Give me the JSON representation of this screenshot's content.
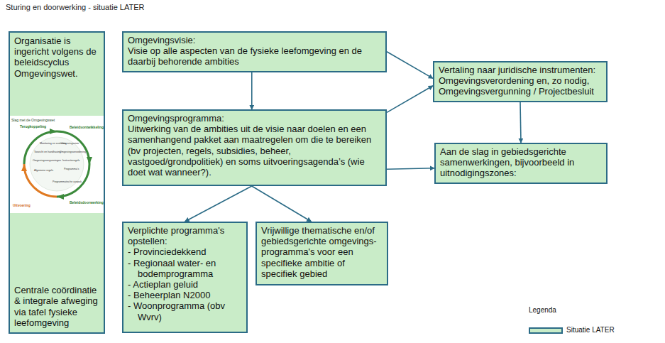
{
  "diagram": {
    "title": "Sturing en doorwerking - situatie LATER",
    "nodes": [
      {
        "text": [
          "Organisatie is ingericht volgens de beleidscyclus Omgevingswet.",
          "Centrale coördinatie & integrale afweging via tafel fysieke leefomgeving"
        ]
      },
      {
        "text": [
          "Omgevingsvisie:",
          "Visie op alle aspecten van de fysieke leefomgeving en de daarbij behorende ambities"
        ]
      },
      {
        "text": [
          "Omgevingsprogramma:",
          "Uitwerking van de ambities uit de visie naar doelen en een samenhangend pakket aan maatregelen om die te bereiken (bv projecten, regels, subsidies, beheer, vastgoed/grondpolitiek) en soms uitvoeringsagenda’s (wie doet wat wanneer?)."
        ]
      },
      {
        "text": [
          "Verplichte programma's opstellen:",
          "- Provinciedekkend",
          "- Regionaal water- en bodemprogramma",
          "- Actieplan geluid",
          "- Beheerplan N2000",
          "- Woonprogramma (obv Wvrv)"
        ]
      },
      {
        "text": [
          "Vrijwillige thematische en/of gebiedsgerichte omgevings-programma's voor een specifieke ambitie of specifiek gebied"
        ]
      },
      {
        "text": [
          "Vertaling naar juridische instrumenten: Omgevingsverordening en, zo nodig, Omgevingsvergunning / Projectbesluit"
        ]
      },
      {
        "text": [
          "Aan  de slag in gebiedsgerichte samenwerkingen, bijvoorbeeld in uitnodigingszones:"
        ]
      }
    ],
    "edges": [
      {
        "from": 1,
        "to": 2,
        "arrow": "to"
      },
      {
        "from": 1,
        "to": 5,
        "arrow": "to"
      },
      {
        "from": 2,
        "to": 5,
        "arrow": "to"
      },
      {
        "from": 5,
        "to": 6,
        "arrow": "to"
      },
      {
        "from": 2,
        "to": 6,
        "arrow": "to"
      },
      {
        "from": 2,
        "to": 3,
        "arrow": "to"
      },
      {
        "from": 2,
        "to": 4,
        "arrow": "to"
      }
    ],
    "labels": [
      "Slag met de Omgevingswet",
      "Beleidsontwikkeling",
      "Beleidsdoorwerking",
      "Uitvoering",
      "Terugkoppeling",
      "Monitoring en evaluatie",
      "Toezicht en handhaving",
      "Omgevingsvergunningen",
      "Algemene regels",
      "Omgevingsvisie",
      "Omgevingsverordening",
      "Instructieregels",
      "Programma's",
      "Programmatische aanpak",
      "Legenda"
    ],
    "legend": [
      {
        "text": "Situatie LATER",
        "color": "#c9ecc8"
      }
    ]
  }
}
